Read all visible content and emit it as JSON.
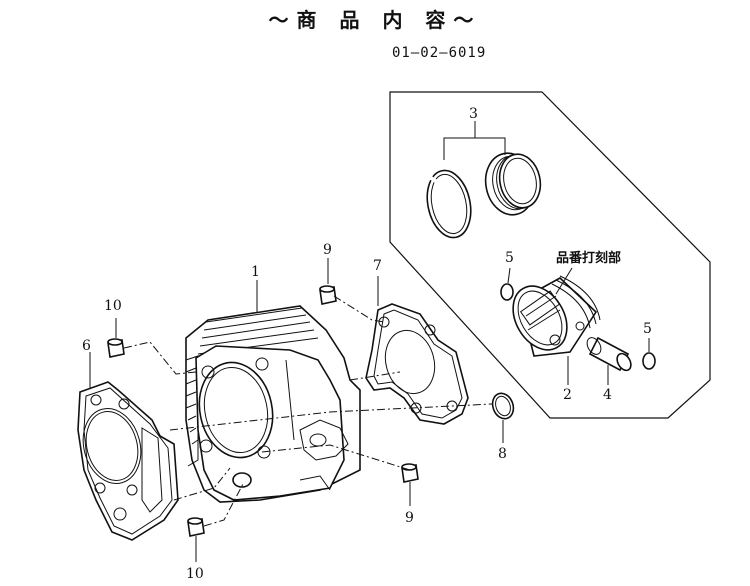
{
  "title": "～商 品 内 容～",
  "kit_code": "01―02―6019",
  "stamp_note": "品番打刻部",
  "labels": {
    "p1": "1",
    "p2": "2",
    "p3": "3",
    "p4": "4",
    "p5a": "5",
    "p5b": "5",
    "p6": "6",
    "p7": "7",
    "p8": "8",
    "p9a": "9",
    "p9b": "9",
    "p10a": "10",
    "p10b": "10"
  }
}
